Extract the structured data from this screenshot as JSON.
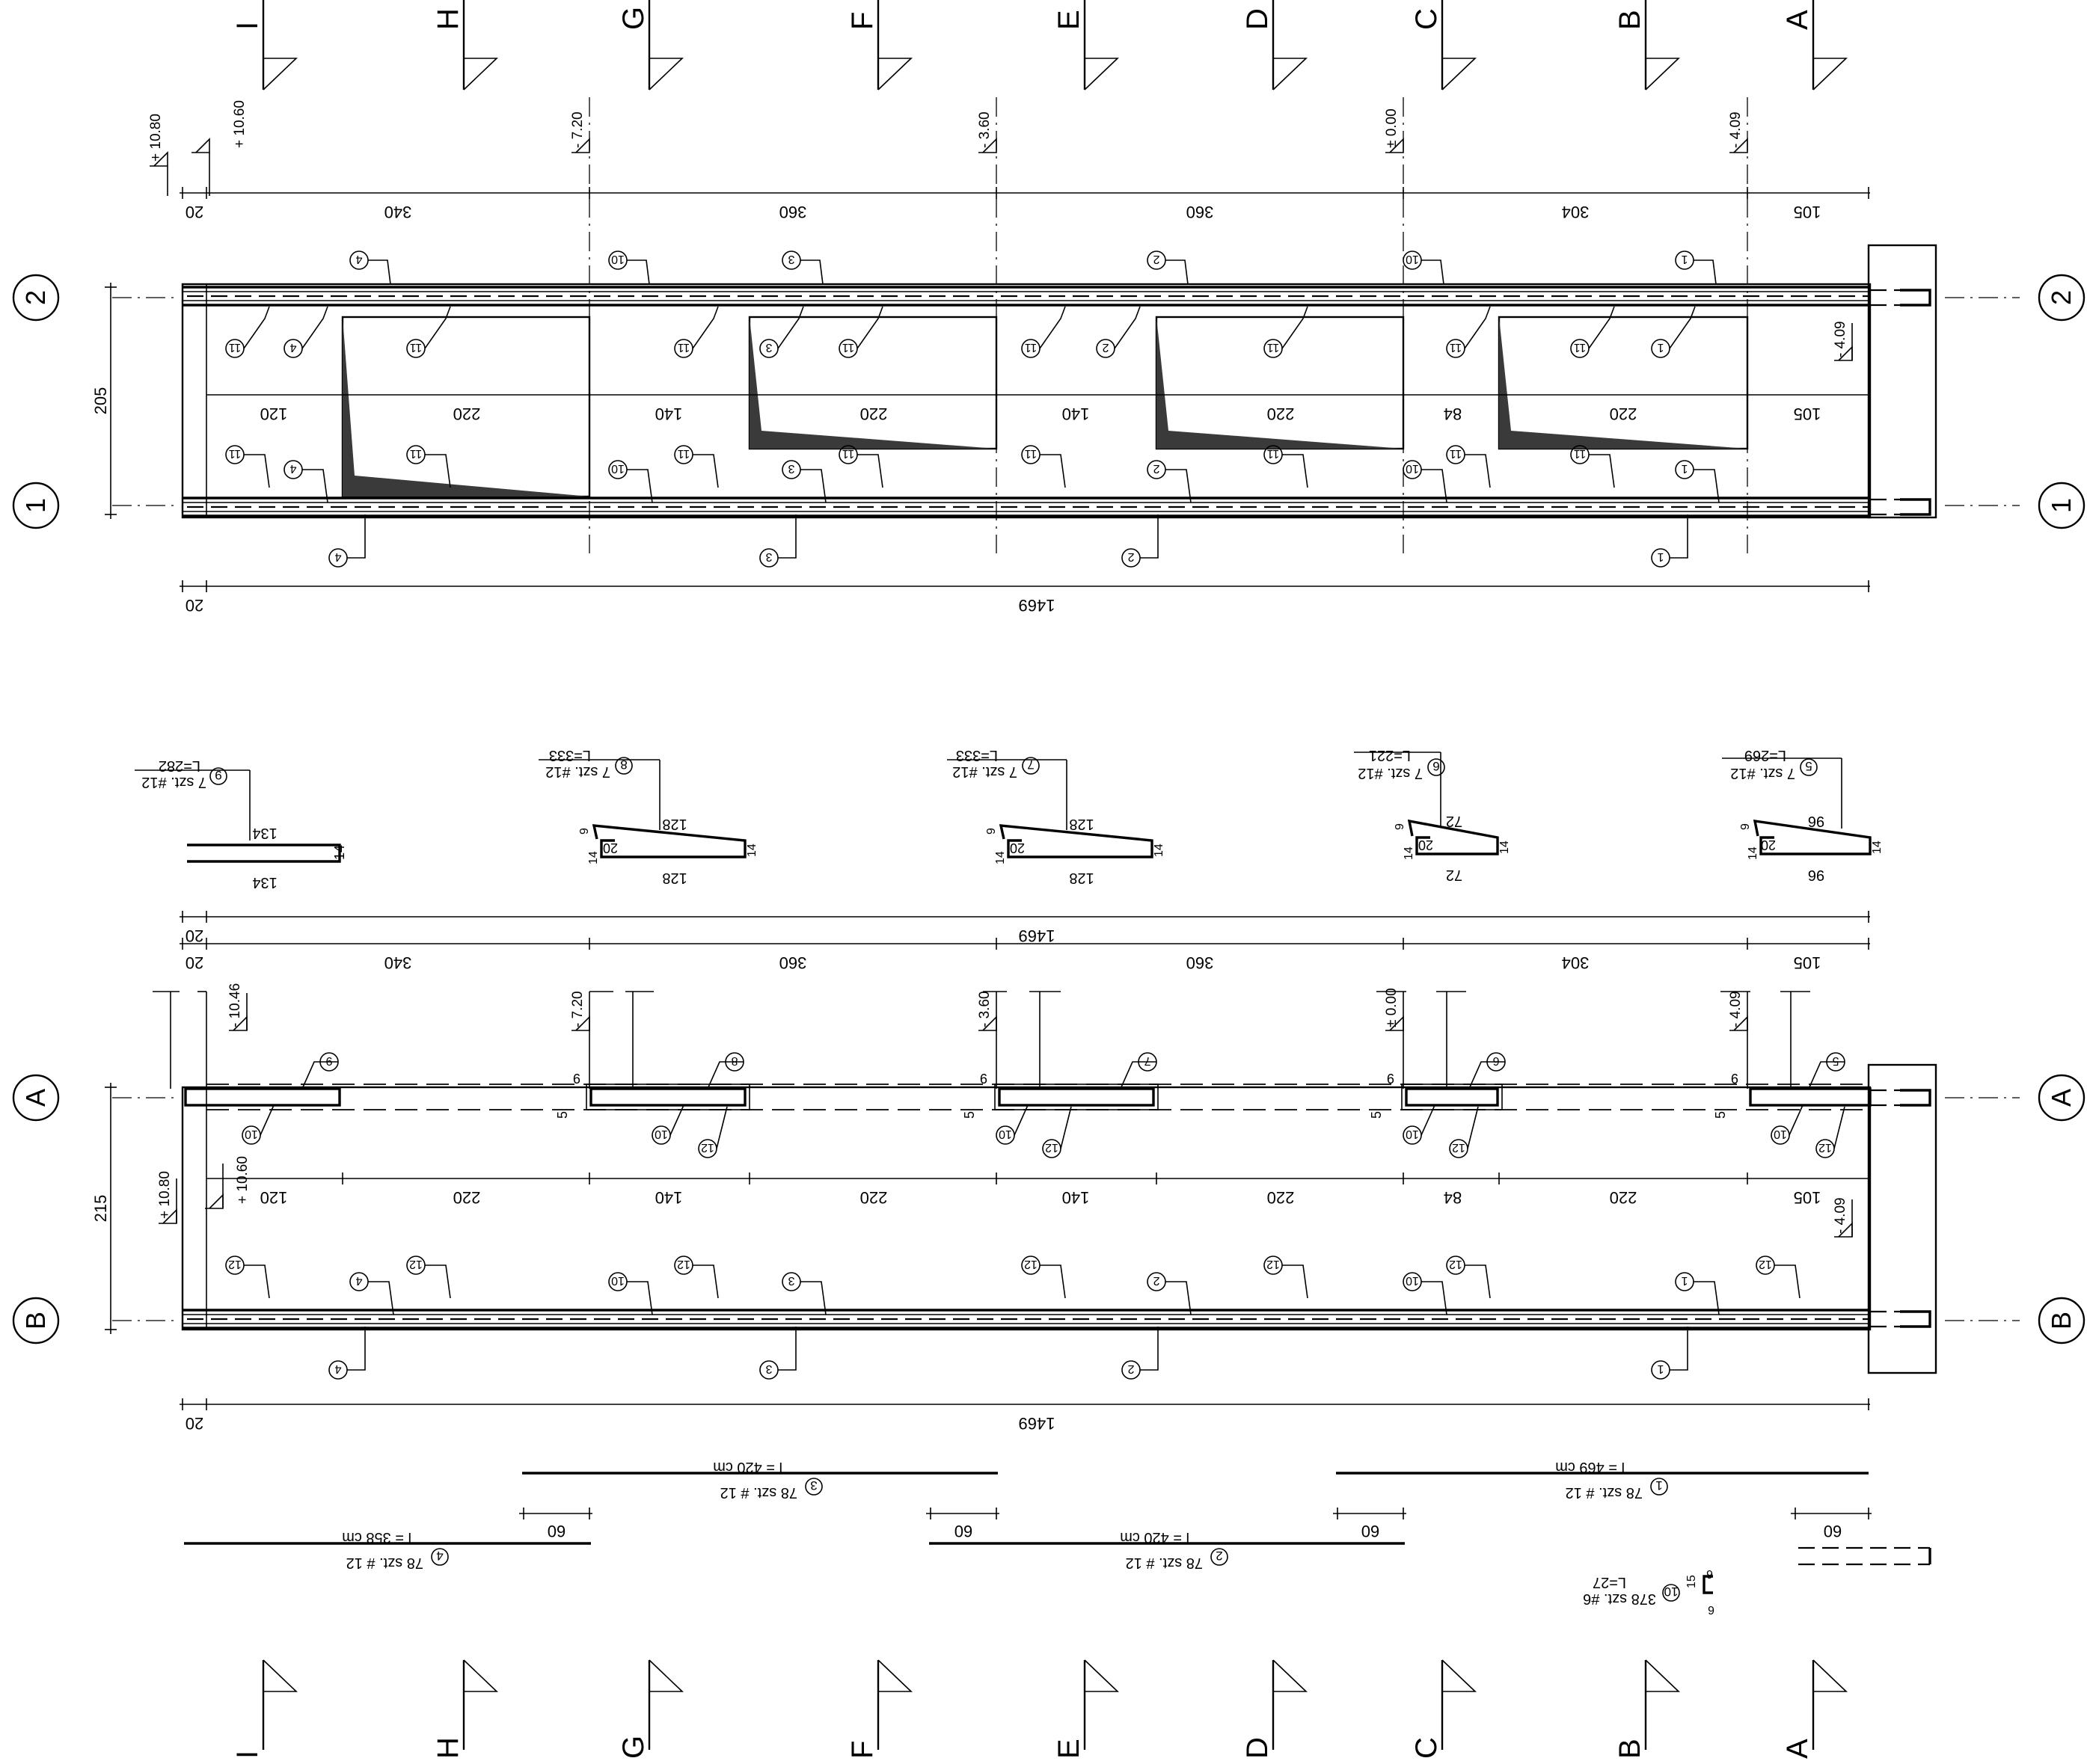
{
  "grid": {
    "letters": [
      "I",
      "H",
      "G",
      "F",
      "E",
      "D",
      "C",
      "B",
      "A"
    ],
    "numbers": [
      "2",
      "1",
      "A",
      "B"
    ]
  },
  "levels": {
    "top": [
      "+ 10.80",
      "+ 10.60",
      "- 7.20",
      "- 3.60",
      "± 0.00",
      "- 4.09"
    ],
    "bottom": [
      "- 10.46",
      "- 7.20",
      "- 3.60",
      "± 0.00",
      "- 4.09"
    ],
    "side_top": "- 4.09",
    "side_bottom_left": "+ 10.80",
    "side_bottom_left2": "+ 10.60",
    "side_bottom_right": "- 4.09"
  },
  "dimensions": {
    "spans": [
      "20",
      "340",
      "360",
      "360",
      "304",
      "105"
    ],
    "inner": [
      "120",
      "220",
      "140",
      "220",
      "140",
      "220",
      "84",
      "220",
      "105"
    ],
    "total_left": "20",
    "total": "1469",
    "height_top": "205",
    "height_bottom": "215",
    "step_9": "9",
    "step_5": "5"
  },
  "bar_marks": [
    "1",
    "2",
    "3",
    "4",
    "5",
    "6",
    "7",
    "8",
    "9",
    "10",
    "11",
    "12"
  ],
  "bars_bent": [
    {
      "mark": "9",
      "label": "7 szt. #12",
      "length": "L=282",
      "top": "134",
      "bottom": "134",
      "end": "14"
    },
    {
      "mark": "8",
      "label": "7 szt. #12",
      "length": "L=333",
      "top": "128",
      "bottom": "128",
      "hook": "20",
      "h1": "9",
      "h2": "14",
      "end": "14"
    },
    {
      "mark": "7",
      "label": "7 szt. #12",
      "length": "L=333",
      "top": "128",
      "bottom": "128",
      "hook": "20",
      "h1": "9",
      "h2": "14",
      "end": "14"
    },
    {
      "mark": "6",
      "label": "7 szt. #12",
      "length": "L=221",
      "top": "72",
      "bottom": "72",
      "hook": "20",
      "h1": "9",
      "h2": "14",
      "end": "14"
    },
    {
      "mark": "5",
      "label": "7 szt. #12",
      "length": "L=269",
      "top": "96",
      "bottom": "96",
      "hook": "20",
      "h1": "9",
      "h2": "14",
      "end": "14"
    }
  ],
  "bars_straight": [
    {
      "mark": "4",
      "label": "78 szt. # 12",
      "length": "l = 358 cm"
    },
    {
      "mark": "3",
      "label": "78 szt. # 12",
      "length": "l = 420 cm",
      "lap": "60"
    },
    {
      "mark": "2",
      "label": "78 szt. # 12",
      "length": "l = 420 cm",
      "lap": "60"
    },
    {
      "mark": "1",
      "label": "78 szt. # 12",
      "length": "l = 469 cm",
      "lap": "60"
    }
  ],
  "link": {
    "mark": "10",
    "label": "378 szt. #6",
    "length": "L=27",
    "h": "15",
    "w1": "6",
    "w2": "6"
  },
  "end_lap": "60"
}
